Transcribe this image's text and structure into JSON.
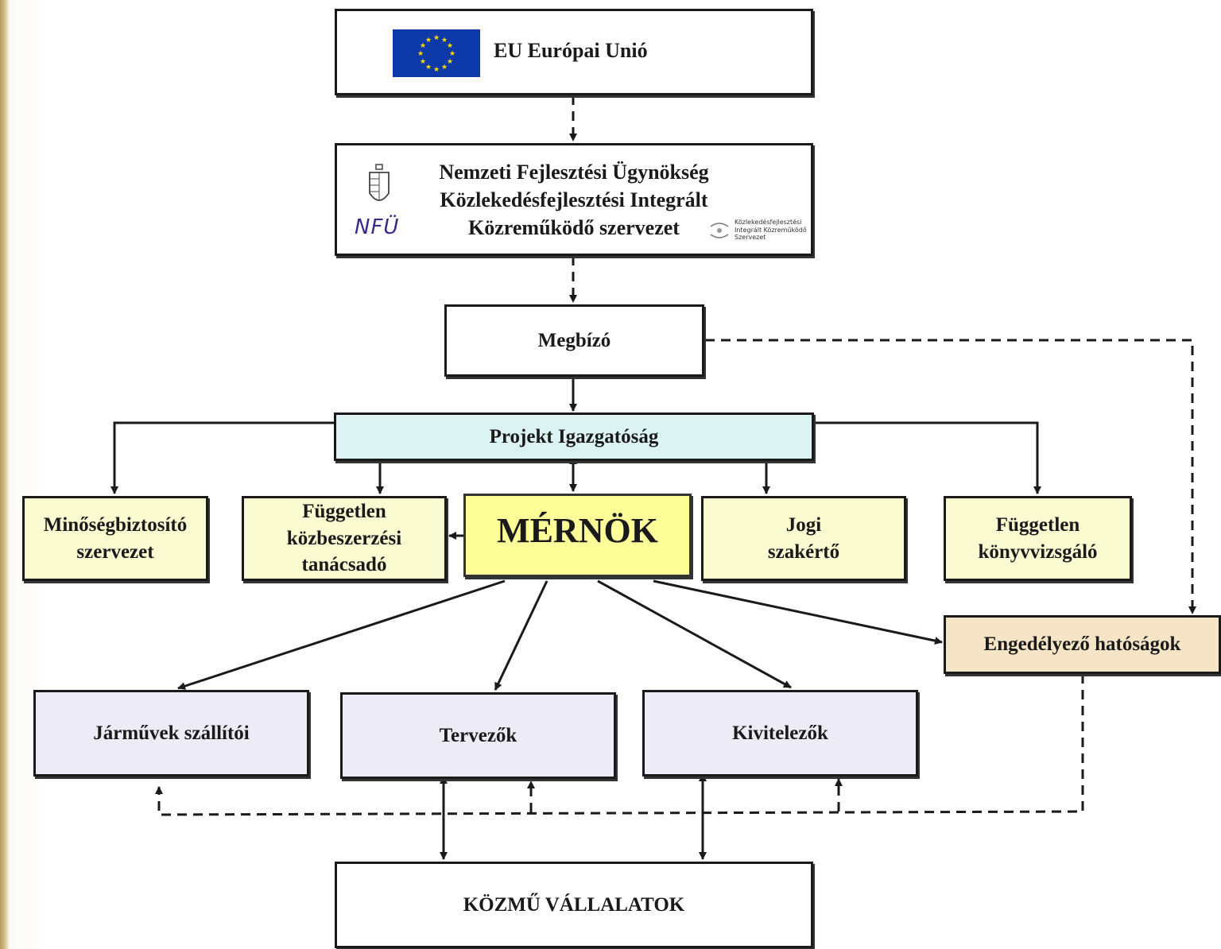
{
  "eu": {
    "label": "EU Európai Unió"
  },
  "nfu": {
    "title": "Nemzeti Fejlesztési Ügynökség\nKözlekedésfejlesztési Integrált\nKözreműködő szervezet",
    "logo_text": "NFÜ",
    "kiksz_logo_text": "Közlekedésfejlesztési\nIntegrált Közreműködő\nSzervezet"
  },
  "megbizo": "Megbízó",
  "projekt": "Projekt Igazgatóság",
  "minoseg": "Minőségbiztosító\nszervezet",
  "fuggetlen_kozbesz": "Független\nközbeszerzési\ntanácsadó",
  "mernok": "MÉRNÖK",
  "jogi": "Jogi\nszakértő",
  "konyvvizsgalo": "Független\nkönyvvizsgáló",
  "engedelyezo": "Engedélyező hatóságok",
  "jarmuvek": "Járművek szállítói",
  "tervezok": "Tervezők",
  "kivitelezok": "Kivitelezők",
  "kozmu": "KÖZMŰ VÁLLALATOK",
  "colors": {
    "yellow_box": "#fbfbd2",
    "mernok_box": "#ffff99",
    "lilac_box": "#ecebf6",
    "cyan_box": "#dcf3f3",
    "peach_box": "#f6e4c6",
    "eu_blue": "#0d3aa8",
    "eu_star": "#ffdd00"
  }
}
